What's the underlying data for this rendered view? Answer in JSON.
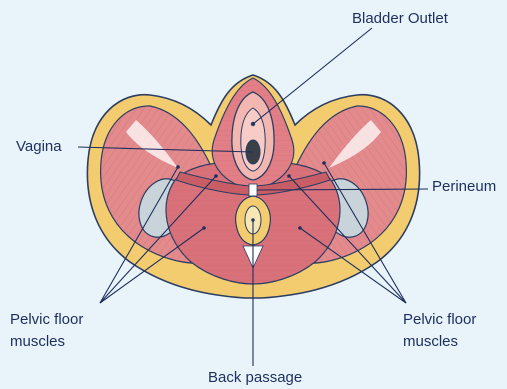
{
  "colors": {
    "background": "#e8f3fa",
    "outline": "#2b3d63",
    "fat": "#f2cc6e",
    "muscle": "#df7e84",
    "muscle_dark": "#c95d66",
    "skin": "#f2b7b1",
    "label": "#1e2f5e",
    "leader": "#1e2f5e"
  },
  "labels": {
    "bladder_outlet": "Bladder Outlet",
    "vagina": "Vagina",
    "perineum": "Perineum",
    "pelvic_floor_left_line1": "Pelvic floor",
    "pelvic_floor_left_line2": "muscles",
    "pelvic_floor_right_line1": "Pelvic floor",
    "pelvic_floor_right_line2": "muscles",
    "back_passage": "Back passage"
  }
}
